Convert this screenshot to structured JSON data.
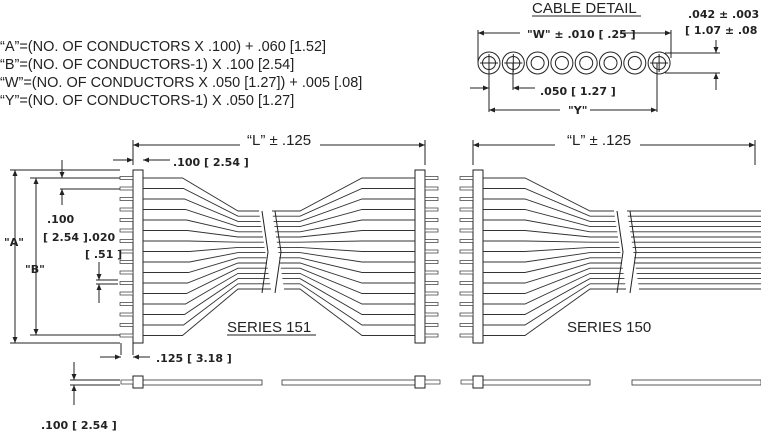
{
  "formulas": [
    "“A”=(NO. OF CONDUCTORS X .100) + .060 [1.52]",
    "“B”=(NO. OF CONDUCTORS-1) X .100 [2.54]",
    "“W”=(NO. OF CONDUCTORS X .050 [1.27]) + .005 [.08]",
    "“Y”=(NO. OF CONDUCTORS-1) X .050 [1.27]"
  ],
  "cable_detail": {
    "title": "CABLE DETAIL",
    "w_dim": "\"W\" ± .010 [ .25 ]",
    "thickness_in": ".042 ± .003",
    "thickness_mm": "[ 1.07 ± .08 ]",
    "pitch": ".050 [ 1.27 ]",
    "y_dim": "\"Y\""
  },
  "dimensions": {
    "length_151": "“L” ± .125",
    "length_150": "“L” ± .125",
    "pin_pitch": ".100 [ 2.54 ]",
    "a_label": "\"A\"",
    "b_label": "\"B\"",
    "pitch_in": ".100",
    "pitch_mm": "[ 2.54 ]",
    "pin_width_in": ".020",
    "pin_width_mm": "[ .51 ]",
    "connector_depth": ".125 [ 3.18 ]",
    "side_height": ".100 [ 2.54 ]"
  },
  "series": [
    "SERIES 151",
    "SERIES 150"
  ]
}
